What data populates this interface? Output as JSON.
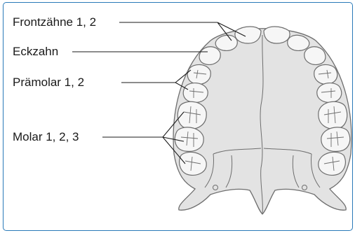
{
  "labels": {
    "front_teeth": "Frontzähne 1, 2",
    "canine": "Eckzahn",
    "premolars": "Prämolar 1, 2",
    "molars": "Molar 1, 2, 3"
  },
  "colors": {
    "frame_border": "#2a7ab8",
    "palate_fill": "#e3e3e3",
    "tooth_fill": "#f6f6f6",
    "outline": "#6e6e6e"
  }
}
